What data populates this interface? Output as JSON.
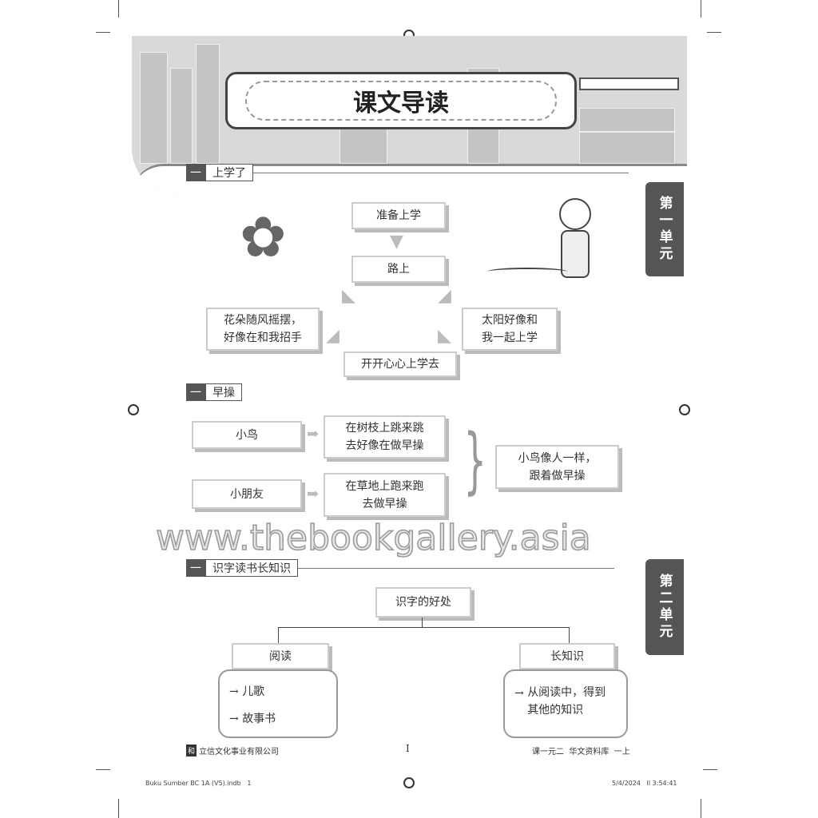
{
  "header": {
    "title": "课文导读"
  },
  "units": [
    "第一单元",
    "第二单元"
  ],
  "section1": {
    "num": "一",
    "title": "上学了",
    "steps": [
      "准备上学",
      "路上",
      "花朵随风摇摆，\n好像在和我招手",
      "太阳好像和\n我一起上学",
      "开开心心上学去"
    ]
  },
  "section2": {
    "num": "一",
    "title": "早操",
    "left": [
      "小鸟",
      "小朋友"
    ],
    "middle": [
      "在树枝上跳来跳\n去好像在做早操",
      "在草地上跑来跑\n去做早操"
    ],
    "result": "小鸟像人一样，\n跟着做早操"
  },
  "section3": {
    "num": "一",
    "title": "识字读书长知识",
    "root": "识字的好处",
    "branches": [
      {
        "label": "阅读",
        "items": [
          "儿歌",
          "故事书"
        ]
      },
      {
        "label": "长知识",
        "items": [
          "从阅读中，得到\n其他的知识"
        ]
      }
    ]
  },
  "watermark": "www.thebookgallery.asia",
  "footer": {
    "publisher": "立信文化事业有限公司",
    "page": "I",
    "right": "课一元二  华文资料库  一上"
  },
  "slug": {
    "file": "Buku Sumber BC 1A (V5).indb   1",
    "date": "5/4/2024   Il 3:54:41"
  }
}
